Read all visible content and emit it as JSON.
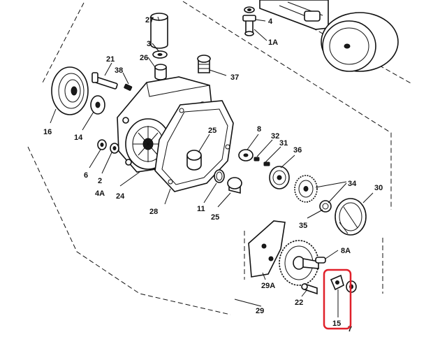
{
  "diagram": {
    "labels": {
      "l27": "27",
      "l4": "4",
      "l1A": "1A",
      "l3": "3",
      "l26": "26",
      "l21": "21",
      "l38": "38",
      "l37": "37",
      "l16": "16",
      "l14": "14",
      "l25a": "25",
      "l8": "8",
      "l32": "32",
      "l31": "31",
      "l36": "36",
      "l6": "6",
      "l2": "2",
      "l4A": "4A",
      "l24": "24",
      "l28": "28",
      "l11": "11",
      "l25b": "25",
      "l34": "34",
      "l30": "30",
      "l35": "35",
      "l8A": "8A",
      "l29A": "29A",
      "l29": "29",
      "l22": "22",
      "l15": "15",
      "l7": "7"
    },
    "highlight_color": "#e0202a",
    "line_color": "#111111"
  }
}
